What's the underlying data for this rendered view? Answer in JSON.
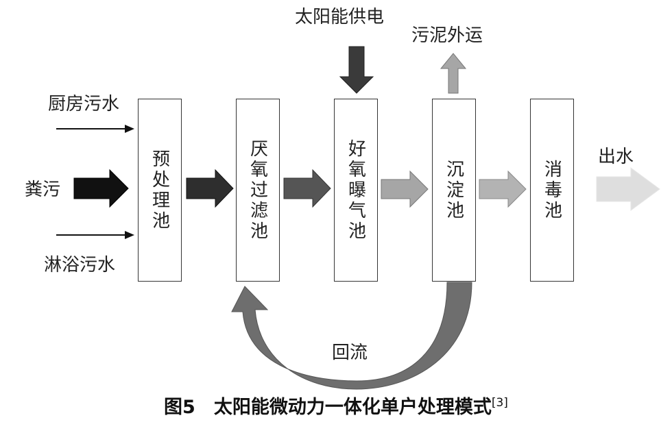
{
  "inputs": {
    "kitchen": "厨房污水",
    "feces": "粪污",
    "bath": "淋浴污水"
  },
  "boxes": [
    {
      "id": "pretreat",
      "label": "预处理池"
    },
    {
      "id": "anaerobic",
      "label": "厌氧过滤池"
    },
    {
      "id": "aerobic",
      "label": "好氧曝气池"
    },
    {
      "id": "sediment",
      "label": "沉淀池"
    },
    {
      "id": "disinfect",
      "label": "消毒池"
    }
  ],
  "solar_power": "太阳能供电",
  "sludge_out": "污泥外运",
  "outflow": "出水",
  "return_flow": "回流",
  "caption": {
    "text": "图5　太阳能微动力一体化单户处理模式",
    "ref": "[3]"
  },
  "colors": {
    "arrow_dark": "#111111",
    "arrow_dim": "#3a3a3a",
    "arrow_mid": "#555555",
    "arrow_light": "#a6a6a6",
    "arrow_outflow": "#dedede",
    "recycle": "#6e6e6e"
  }
}
